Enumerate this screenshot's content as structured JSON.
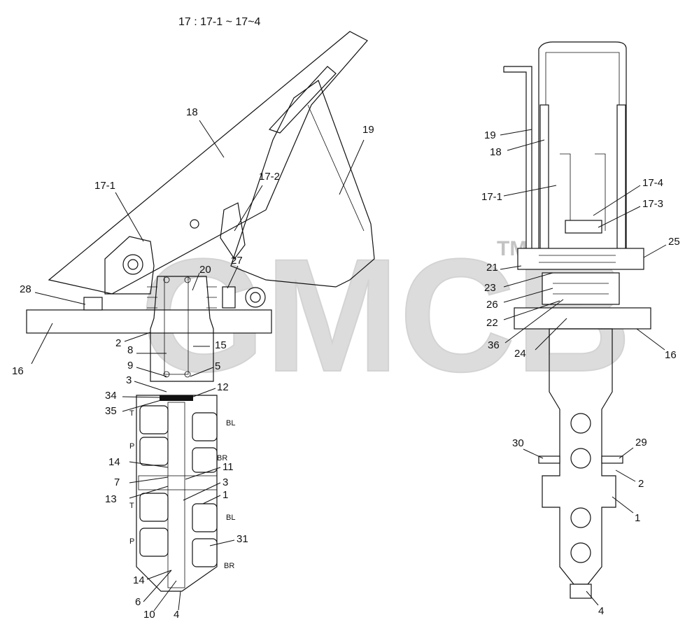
{
  "title": "17 : 17-1 ~ 17~4",
  "watermark": {
    "text": "GMCB",
    "tm": "TM",
    "color": "#d7d7d7"
  },
  "left_view": {
    "callouts": [
      "18",
      "17-1",
      "17-2",
      "19",
      "20",
      "27",
      "28",
      "16",
      "2",
      "8",
      "15",
      "9",
      "5",
      "3",
      "12",
      "34",
      "35",
      "14",
      "11",
      "7",
      "13",
      "3",
      "1",
      "31",
      "14",
      "6",
      "10",
      "4"
    ],
    "port_labels": [
      "T",
      "P",
      "T",
      "P",
      "BL",
      "BR",
      "BL",
      "BR"
    ]
  },
  "right_view": {
    "callouts": [
      "19",
      "18",
      "17-1",
      "17-4",
      "17-3",
      "25",
      "21",
      "23",
      "26",
      "22",
      "36",
      "24",
      "16",
      "30",
      "29",
      "2",
      "1",
      "4"
    ]
  }
}
